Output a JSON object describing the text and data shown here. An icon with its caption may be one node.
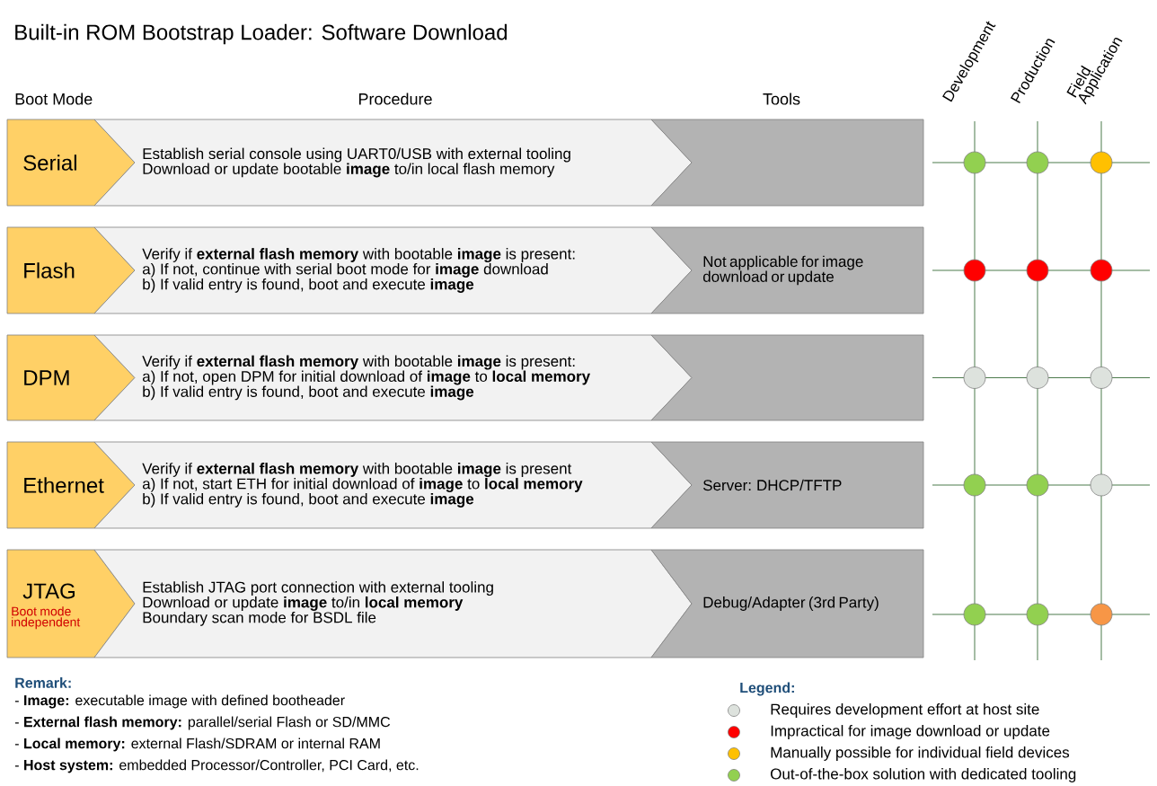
{
  "diagram": {
    "title": "Built-in ROM Bootstrap Loader: Software Download",
    "nodes": [
      {
        "text": [
          "Serial"
        ]
      },
      {
        "text": [
          "Establish serial console using UART0/USB with external tooling",
          "Download or update bootable **image** to/in local flash memory"
        ]
      },
      {
        "text": [],
        "shape": "box"
      },
      {
        "text": [],
        "shape": "circle"
      },
      {
        "text": [],
        "shape": "circle"
      },
      {
        "text": [],
        "shape": "circle"
      },
      {
        "text": [
          "Flash"
        ]
      },
      {
        "text": [
          "Verify if **external flash memory** with bootable **image** is present:",
          "a) If not, continue with serial boot mode for **image** download",
          "b) If valid entry is found, boot and execute **image**"
        ]
      },
      {
        "text": [
          "Not applicable for image download or update"
        ]
      },
      {
        "text": [],
        "shape": "circle"
      },
      {
        "text": [],
        "shape": "circle"
      },
      {
        "text": [],
        "shape": "circle"
      },
      {
        "text": [
          "DPM"
        ]
      },
      {
        "text": [
          "Verify if **external flash memory** with bootable **image** is present:",
          "a) If not, open DPM for initial download of **image** to **local memory**",
          "b) If valid entry is found, boot and execute **image**"
        ]
      },
      {
        "text": [],
        "shape": "box"
      },
      {
        "text": [],
        "shape": "circle"
      },
      {
        "text": [],
        "shape": "circle"
      },
      {
        "text": [],
        "shape": "circle"
      },
      {
        "text": [
          "Ethernet"
        ]
      },
      {
        "text": [
          "Verify if **external flash memory** with bootable **image** is present",
          "a) If not, start ETH for initial download of **image** to **local memory**",
          "b) If valid entry is found, boot and execute **image**"
        ]
      },
      {
        "text": [
          "Server: DHCP/TFTP"
        ]
      },
      {
        "text": [],
        "shape": "circle"
      },
      {
        "text": [],
        "shape": "circle"
      },
      {
        "text": [],
        "shape": "circle"
      },
      {
        "text": [
          "JTAG",
          "Boot mode independent"
        ]
      },
      {
        "text": [
          "Establish JTAG port connection with external tooling",
          "Download or update **image** to/in **local memory**",
          "Boundary scan mode for BSDL file"
        ]
      },
      {
        "text": [
          "Debug/Adapter (3rd Party)"
        ]
      },
      {
        "text": [],
        "shape": "circle"
      },
      {
        "text": [],
        "shape": "circle"
      },
      {
        "text": [],
        "shape": "circle"
      }
    ],
    "labels": [
      "Boot Mode",
      "Procedure",
      "Tools",
      "Development",
      "Production",
      "Field Application",
      "Remark:",
      "- **Image:** executable image with defined bootheader",
      "- **External flash memory:** parallel/serial Flash or SD/MMC",
      "- **Local memory:** external Flash/SDRAM or internal RAM",
      "- **Host system:** embedded Processor/Controller, PCI Card, etc.",
      "Legend:"
    ],
    "legend": [
      {
        "text": "Requires development effort at host site",
        "color": "#dde2dd"
      },
      {
        "text": "Impractical for image download or update",
        "color": "#ff0000"
      },
      {
        "text": "Manually possible for individual field devices",
        "color": "#ffc000"
      },
      {
        "text": "Out-of-the-box solution with dedicated tooling",
        "color": "#92d050"
      }
    ]
  }
}
